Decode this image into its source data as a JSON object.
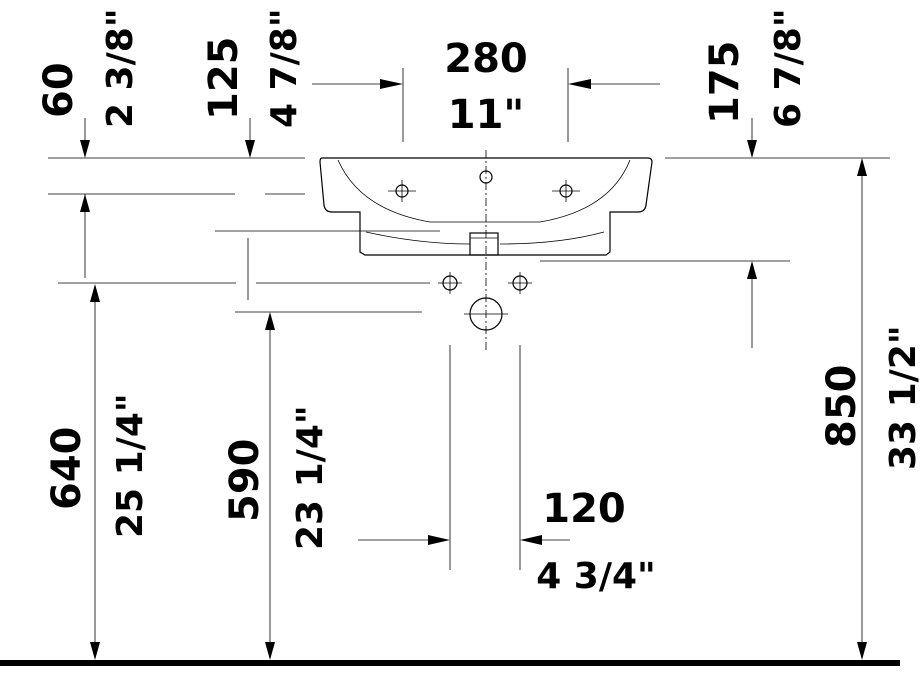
{
  "dimensions": {
    "depth_top_mm": "60",
    "depth_top_in": "2 3/8\"",
    "tap_offset_mm": "125",
    "tap_offset_in": "4 7/8\"",
    "width_mm": "280",
    "width_in": "11\"",
    "right_offset_mm": "175",
    "right_offset_in": "6 7/8\"",
    "rim_height_mm": "850",
    "rim_height_in": "33 1/2\"",
    "waste_height_mm": "640",
    "waste_height_in": "25 1/4\"",
    "supply_height_mm": "590",
    "supply_height_in": "23 1/4\"",
    "supply_spacing_mm": "120",
    "supply_spacing_in": "4 3/4\""
  },
  "colors": {
    "ink": "#000000",
    "background": "#ffffff"
  }
}
